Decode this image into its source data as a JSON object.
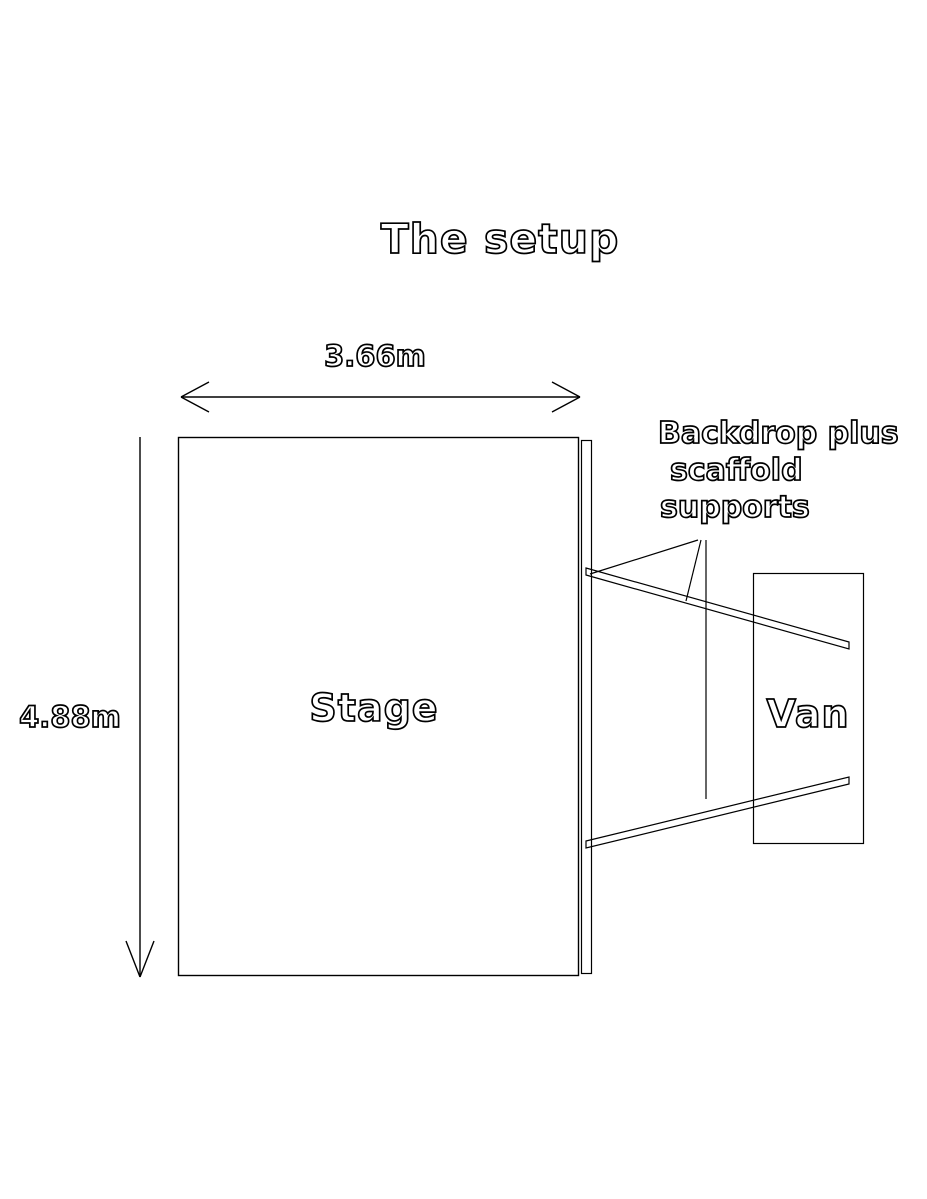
{
  "title": "The setup",
  "stage": {
    "label": "Stage",
    "width_label": "3.66m",
    "height_label": "4.88m"
  },
  "van": {
    "label": "Van"
  },
  "note": {
    "line1": "Backdrop plus",
    "line2": "scaffold",
    "line3": "supports"
  },
  "colors": {
    "background": "#ffffff",
    "line": "#000000",
    "text_fill": "#ffffff",
    "text_outline": "#000000"
  }
}
